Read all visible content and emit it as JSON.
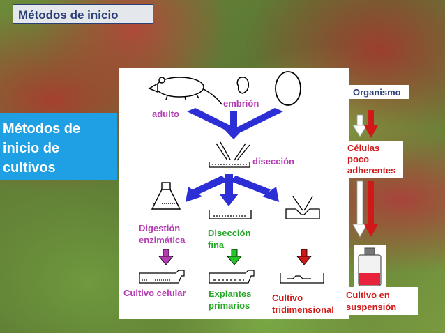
{
  "header": {
    "title": "Métodos de inicio"
  },
  "side_label": {
    "text": "Métodos de inicio de cultivos"
  },
  "diagram": {
    "adulto": "adulto",
    "embrion": "embrión",
    "diseccion": "disección",
    "digestion": "Digestión enzimática",
    "diseccion_fina": "Disección fina",
    "cultivo_celular": "Cultivo celular",
    "explantes": "Explantes primarios",
    "cultivo_tridimensional": "Cultivo tridimensional"
  },
  "right_column": {
    "organismo": "Organismo",
    "celulas": "Células poco adherentes",
    "suspension": "Cultivo en suspensión"
  },
  "colors": {
    "navy": "#2a3f77",
    "purple": "#b43cb4",
    "green": "#27a727",
    "red": "#d11818",
    "blue": "#1f9fe4"
  }
}
